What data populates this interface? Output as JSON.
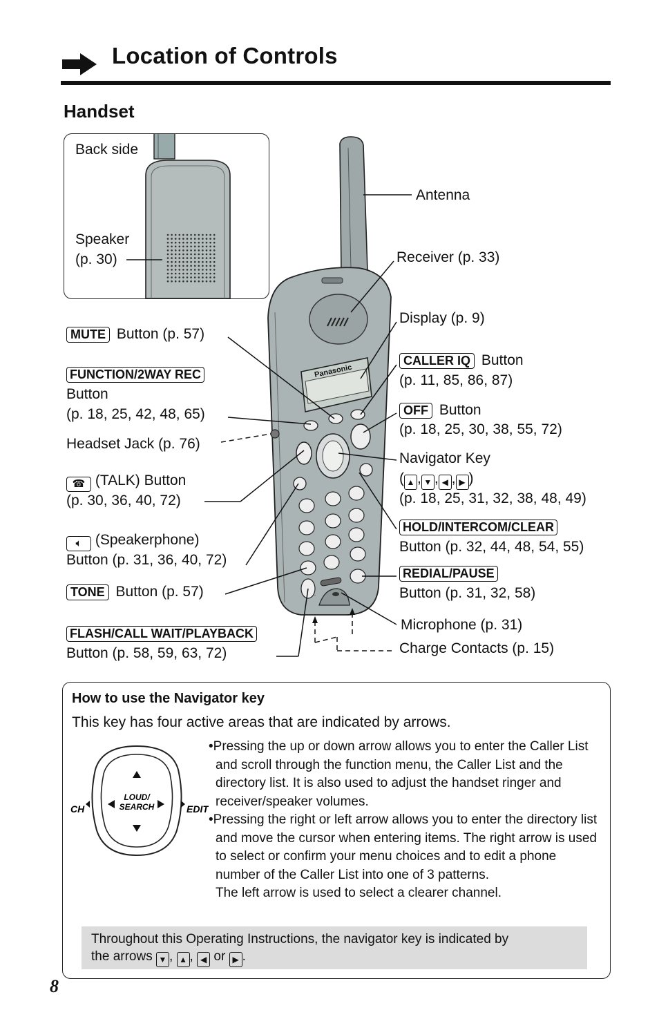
{
  "header": {
    "title": "Location of Controls"
  },
  "section": {
    "title": "Handset"
  },
  "back_side": {
    "label": "Back side",
    "speaker_line1": "Speaker",
    "speaker_line2": "(p. 30)"
  },
  "phone": {
    "brand": "Panasonic"
  },
  "labels": {
    "antenna": "Antenna",
    "receiver": "Receiver (p. 33)",
    "display": "Display (p. 9)",
    "mute_key": "MUTE",
    "mute_text": "Button (p. 57)",
    "function_key": "FUNCTION/2WAY REC",
    "function_line2": "Button",
    "function_line3": "(p. 18, 25, 42, 48, 65)",
    "headset": "Headset Jack (p. 76)",
    "talk_text": "(TALK) Button",
    "talk_pages": "(p. 30, 36, 40, 72)",
    "spk_text": "(Speakerphone)",
    "spk_pages": "Button (p. 31, 36, 40, 72)",
    "tone_key": "TONE",
    "tone_text": "Button (p. 57)",
    "flash_key": "FLASH/CALL WAIT/PLAYBACK",
    "flash_pages": "Button (p. 58, 59, 63, 72)",
    "callerid_key": "CALLER IQ",
    "callerid_text": "Button",
    "callerid_pages": "(p. 11, 85, 86, 87)",
    "off_key": "OFF",
    "off_text": "Button",
    "off_pages": "(p. 18, 25, 30, 38, 55, 72)",
    "nav_key": "Navigator Key",
    "nav_pages": "(p. 18, 25, 31, 32, 38, 48, 49)",
    "hold_key": "HOLD/INTERCOM/CLEAR",
    "hold_pages": "Button (p. 32, 44, 48, 54, 55)",
    "redial_key": "REDIAL/PAUSE",
    "redial_pages": "Button (p. 31, 32, 58)",
    "microphone": "Microphone (p. 31)",
    "charge": "Charge Contacts (p. 15)"
  },
  "navigator": {
    "title": "How to use the Navigator key",
    "subtitle": "This key has four active areas that are indicated by arrows.",
    "key_line1": "LOUD/",
    "key_line2": "SEARCH",
    "left_label": "CH",
    "right_label": "EDIT",
    "bullet1": "•Pressing the up or down arrow allows you to enter the Caller List and scroll through the function menu, the Caller List and the directory list. It is also used to adjust the handset ringer and receiver/speaker volumes.",
    "bullet2": "•Pressing the right or left arrow allows you to enter the directory list and move the cursor when entering items. The right arrow is used to select or confirm your menu choices and to edit a phone number of the Caller List into one of 3 patterns.",
    "bullet3": "The left arrow is used to select a clearer channel.",
    "note_line1": "Throughout this Operating Instructions, the navigator key is indicated by",
    "note_line2a": "the arrows",
    "note_or": "or"
  },
  "page_number": "8"
}
